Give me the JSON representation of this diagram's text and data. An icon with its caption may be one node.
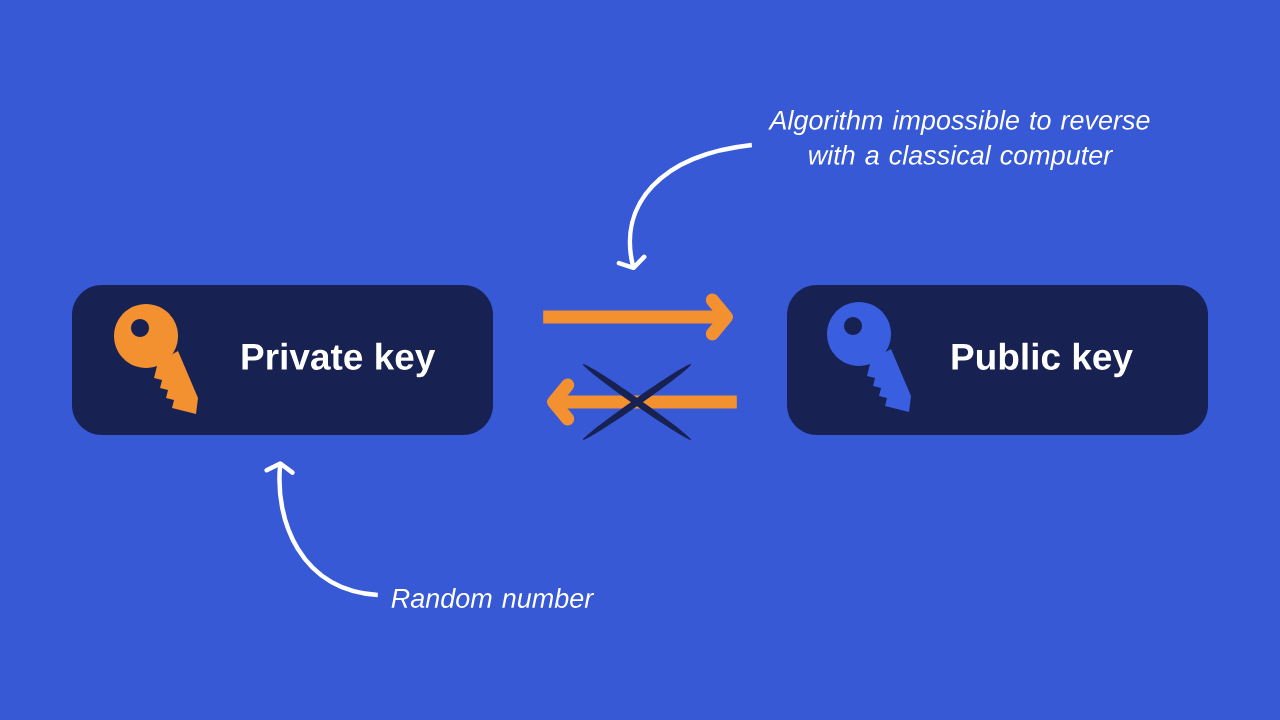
{
  "diagram": {
    "nodes": [
      {
        "text": [
          "Private key"
        ]
      },
      {
        "text": [
          "Public key"
        ]
      },
      {
        "text": [
          "Algorithm impossible to reverse with a classical computer"
        ]
      },
      {
        "text": [
          "Random number"
        ]
      }
    ],
    "edges": [
      {
        "from": 0,
        "to": 1,
        "arrow": "to",
        "style": "thick",
        "color": "#f39131"
      },
      {
        "from": 1,
        "to": 0,
        "arrow": "to",
        "style": "thick",
        "color": "#f39131"
      },
      {
        "from": 2,
        "to": null,
        "arrow": "to",
        "color": "#ffffff"
      },
      {
        "from": 3,
        "to": 0,
        "arrow": "to",
        "color": "#ffffff"
      }
    ]
  }
}
